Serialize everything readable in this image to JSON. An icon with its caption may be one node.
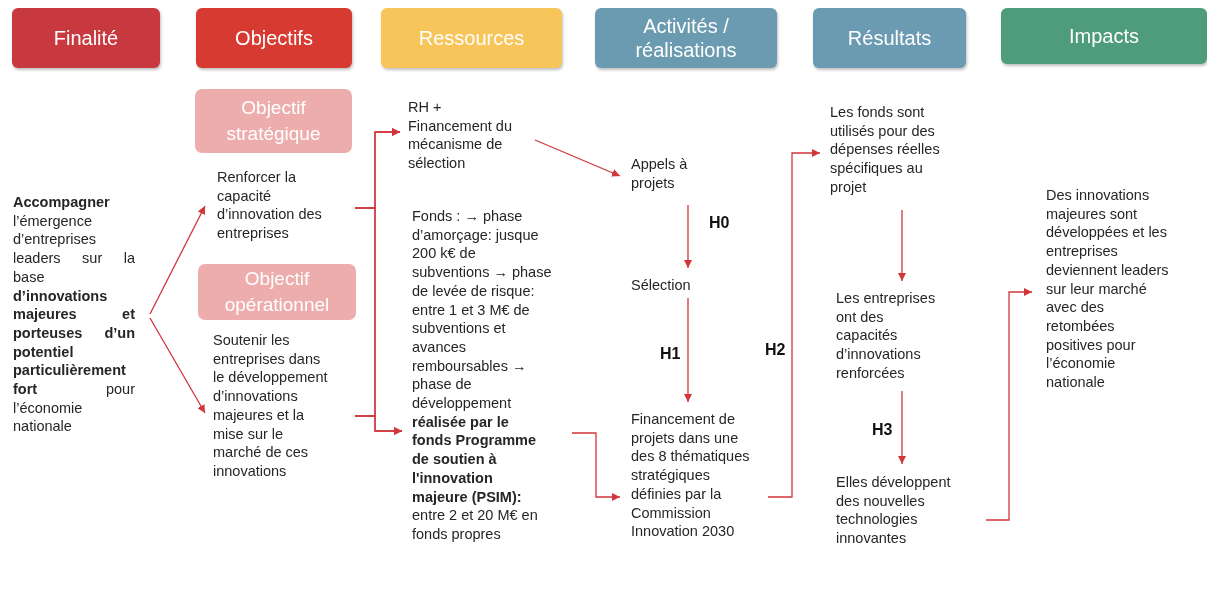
{
  "diagram": {
    "nodes": [
      {
        "text": [
          "Finalité"
        ]
      },
      {
        "text": [
          "Objectifs"
        ]
      },
      {
        "text": [
          "Ressources"
        ]
      },
      {
        "text": [
          "Activités / réalisations"
        ]
      },
      {
        "text": [
          "Résultats"
        ]
      },
      {
        "text": [
          "Impacts"
        ]
      },
      {
        "text": [
          "Objectif stratégique"
        ]
      },
      {
        "text": [
          "Objectif opérationnel"
        ]
      },
      {
        "text": [
          "**Accompagner** l’émergence d’entreprises leaders sur la base **d’innovations majeures et porteuses d’un potentiel particulièrement fort** pour l’économie nationale"
        ]
      },
      {
        "text": [
          "Renforcer la capacité d’innovation des entreprises"
        ]
      },
      {
        "text": [
          "Soutenir les entreprises dans le développement d’innovations majeures et la mise sur le marché de ces innovations"
        ]
      },
      {
        "text": [
          "RH + Financement du mécanisme de sélection"
        ]
      },
      {
        "text": [
          "Fonds : → phase d’amorçage: jusque 200 k€ de subventions → phase de levée de risque: entre 1 et 3 M€ de subventions et avances remboursables → phase de développement **réalisée par le fonds Programme de soutien à l'innovation majeure (PSIM):** entre 2 et 20 M€ en fonds propres"
        ]
      },
      {
        "text": [
          "Appels à projets"
        ]
      },
      {
        "text": [
          "Sélection"
        ]
      },
      {
        "text": [
          "Financement de projets dans une des 8 thématiques stratégiques définies par la Commission Innovation 2030"
        ]
      },
      {
        "text": [
          "Les fonds sont utilisés pour des dépenses réelles spécifiques au projet"
        ]
      },
      {
        "text": [
          "Les entreprises ont des capacités d’innovations renforcées"
        ]
      },
      {
        "text": [
          "Elles développent des nouvelles technologies innovantes"
        ]
      },
      {
        "text": [
          "Des innovations majeures sont développées et les entreprises deviennent leaders sur leur marché avec des retombées positives pour l’économie nationale"
        ]
      }
    ],
    "edges": [
      {
        "from": 8,
        "to": 9,
        "arrow": "to"
      },
      {
        "from": 8,
        "to": 10,
        "arrow": "to"
      },
      {
        "from": 9,
        "to": 11,
        "arrow": "to"
      },
      {
        "from": 9,
        "to": 12,
        "arrow": "to"
      },
      {
        "from": 10,
        "to": 11,
        "arrow": "to"
      },
      {
        "from": 10,
        "to": 12,
        "arrow": "to"
      },
      {
        "from": 11,
        "to": 13,
        "arrow": "to"
      },
      {
        "from": 13,
        "to": 14,
        "arrow": "to",
        "label": "H0"
      },
      {
        "from": 14,
        "to": 15,
        "arrow": "to",
        "label": "H1"
      },
      {
        "from": 12,
        "to": 15,
        "arrow": "to"
      },
      {
        "from": 15,
        "to": 16,
        "arrow": "to",
        "label": "H2"
      },
      {
        "from": 16,
        "to": 17,
        "arrow": "to"
      },
      {
        "from": 17,
        "to": 18,
        "arrow": "to",
        "label": "H3"
      },
      {
        "from": 18,
        "to": 19,
        "arrow": "to"
      }
    ]
  }
}
